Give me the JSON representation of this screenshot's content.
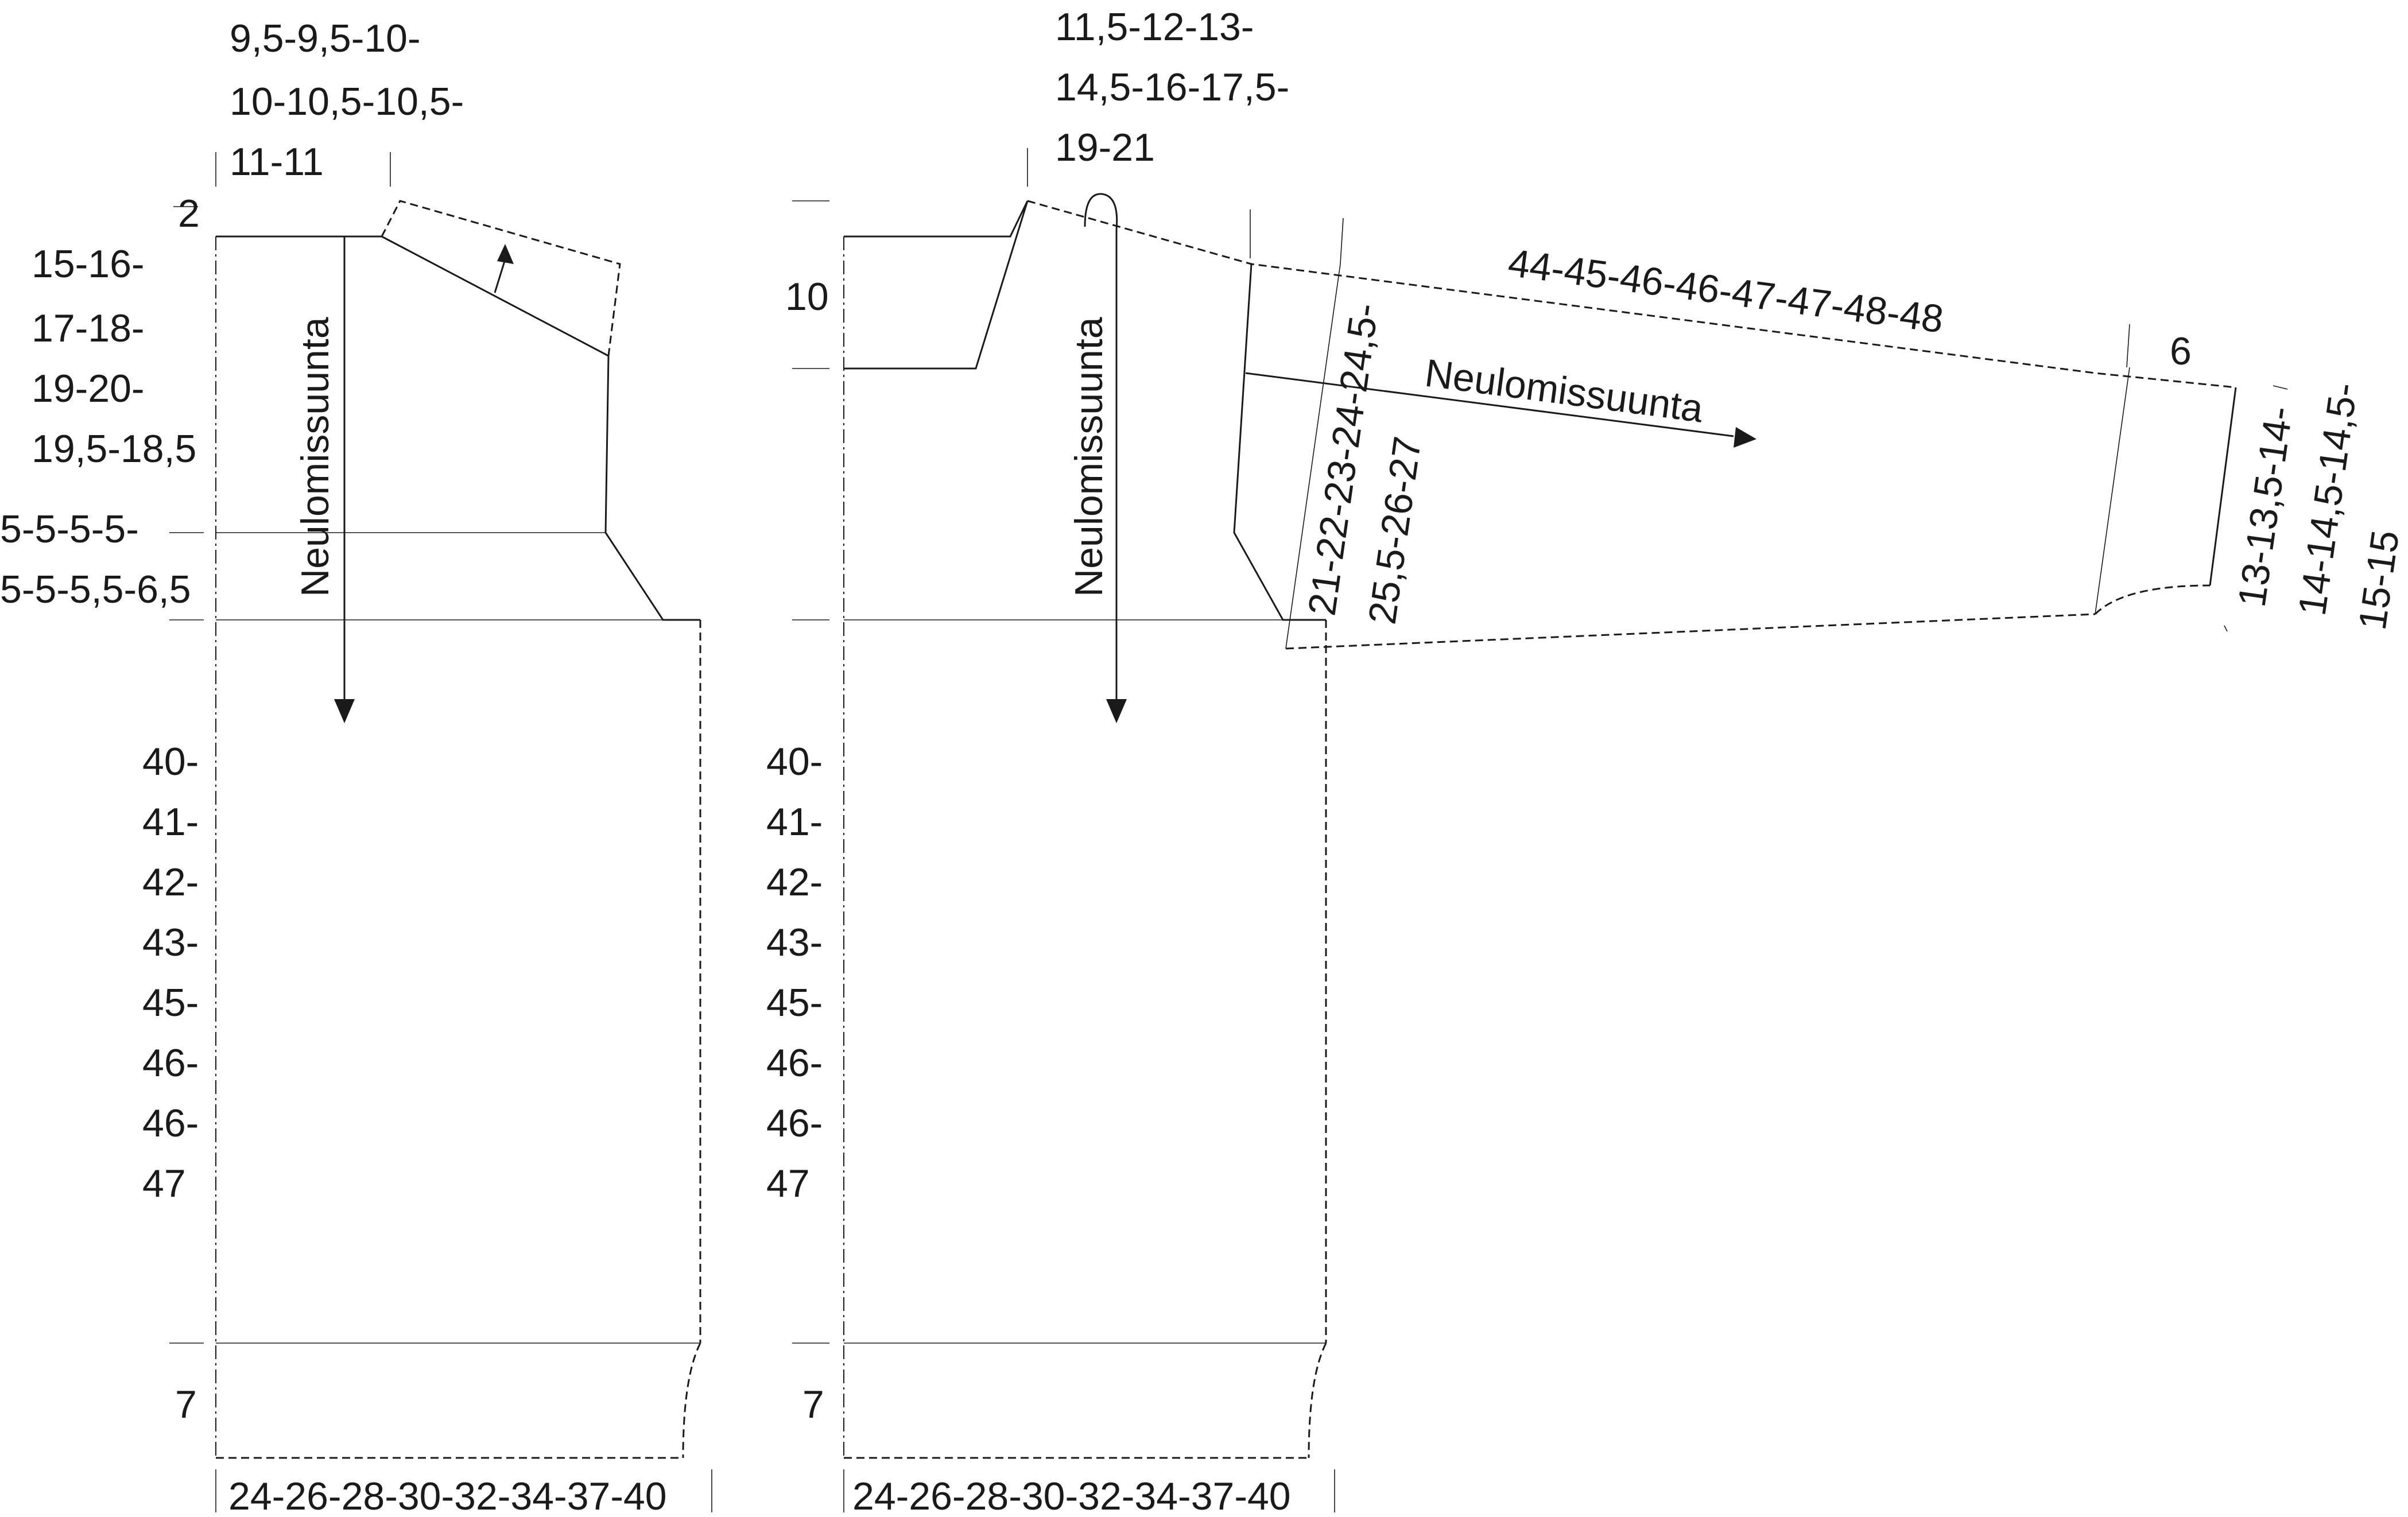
{
  "back_piece": {
    "neck_width": [
      "9,5-9,5-10-",
      "10-10,5-10,5-",
      "11-11"
    ],
    "shoulder_drop": "2",
    "armhole_depth": [
      "15-16-",
      "17-18-",
      "19-20-",
      "19,5-18,5"
    ],
    "underarm": [
      "5-5-5-5-",
      "5-5-5,5-6,5"
    ],
    "body_length": [
      "40-",
      "41-",
      "42-",
      "43-",
      "45-",
      "46-",
      "46-",
      "47"
    ],
    "rib": "7",
    "width": "24-26-28-30-32-34-37-40",
    "direction": "Neulomissuunta"
  },
  "front_piece": {
    "neck_width": [
      "11,5-12-13-",
      "14,5-16-17,5-",
      "19-21"
    ],
    "neck_depth": "10",
    "body_length": [
      "40-",
      "41-",
      "42-",
      "43-",
      "45-",
      "46-",
      "46-",
      "47"
    ],
    "rib": "7",
    "width": "24-26-28-30-32-34-37-40",
    "direction": "Neulomissuunta"
  },
  "sleeve": {
    "length": "44-45-46-46-47-47-48-48",
    "cuff": "6",
    "top_width": [
      "21-22-23-24-24,5-",
      "25,5-26-27"
    ],
    "cuff_width": [
      "13-13,5-14-",
      "14-14,5-14,5-",
      "15-15"
    ],
    "direction": "Neulomissuunta"
  }
}
